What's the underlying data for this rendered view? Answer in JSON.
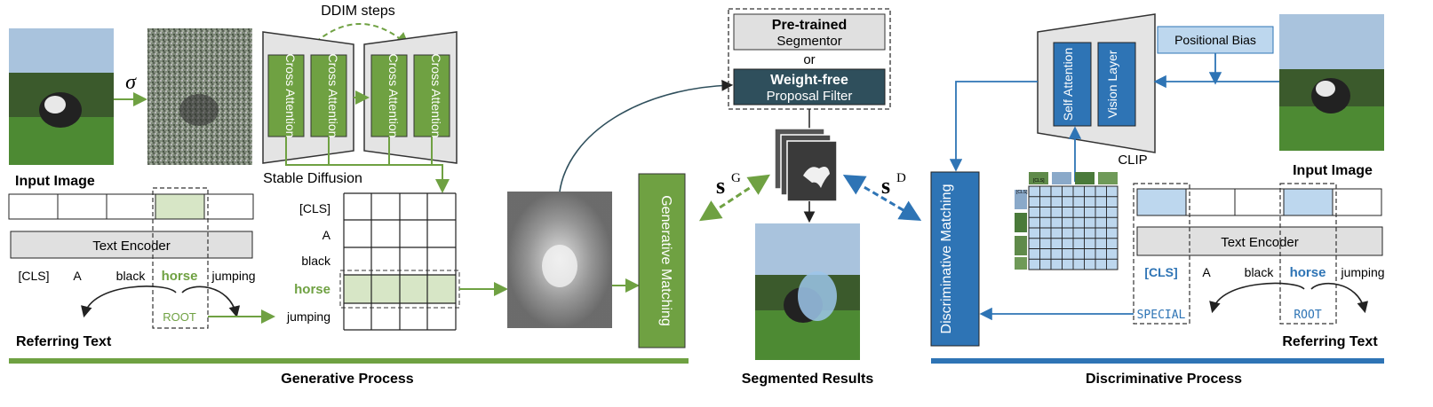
{
  "colors": {
    "generative_green": "#6fa142",
    "green_fill": "#d7e6c6",
    "discriminative_blue": "#2e74b5",
    "blue_fill": "#bdd7ee",
    "encoder_gray": "#e0e0e0",
    "proposal_dark": "#2f4f5c"
  },
  "generative": {
    "input_image_label": "Input Image",
    "sigma": "σ",
    "ddim_label": "DDIM steps",
    "attention_blocks": [
      "Cross Attention",
      "Cross Attention",
      "Cross Attention",
      "Cross Attention"
    ],
    "stable_diffusion_label": "Stable Diffusion",
    "text_encoder_label": "Text Encoder",
    "tokens": [
      "[CLS]",
      "A",
      "black",
      "horse",
      "jumping"
    ],
    "root_label": "ROOT",
    "referring_text_label": "Referring Text",
    "matrix_row_labels": [
      "[CLS]",
      "A",
      "black",
      "horse",
      "jumping"
    ],
    "matching_label": "Generative Matching",
    "process_label": "Generative Process"
  },
  "center": {
    "pretrained_bold": "Pre-trained",
    "pretrained_sub": "Segmentor",
    "or_label": "or",
    "weightfree_bold": "Weight-free",
    "weightfree_sub": "Proposal Filter",
    "sg_label": "s",
    "sg_sup": "G",
    "sd_label": "s",
    "sd_sup": "D",
    "segmented_label": "Segmented Results"
  },
  "discriminative": {
    "positional_bias_label": "Positional Bias",
    "clip_blocks": [
      "Self Attention",
      "Vision Layer"
    ],
    "clip_label": "CLIP",
    "input_image_label": "Input Image",
    "cls_small": "[CLS]",
    "matching_label": "Discriminative Matching",
    "text_encoder_label": "Text Encoder",
    "tokens": [
      "[CLS]",
      "A",
      "black",
      "horse",
      "jumping"
    ],
    "special_label": "SPECIAL",
    "root_label": "ROOT",
    "referring_text_label": "Referring Text",
    "process_label": "Discriminative Process"
  }
}
